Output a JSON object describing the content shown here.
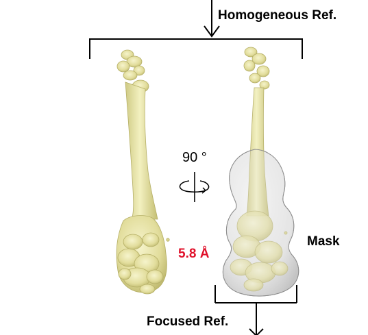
{
  "labels": {
    "top": "Homogeneous Ref.",
    "rotation": "90 °",
    "resolution": "5.8 Å",
    "mask": "Mask",
    "bottom": "Focused Ref."
  },
  "colors": {
    "density": "#f0eeb4",
    "density_shade": "#c9c479",
    "density_dark": "#a9a35a",
    "mask_fill": "#d8d8d8",
    "resolution_text": "#e0102a",
    "lines": "#000000"
  }
}
